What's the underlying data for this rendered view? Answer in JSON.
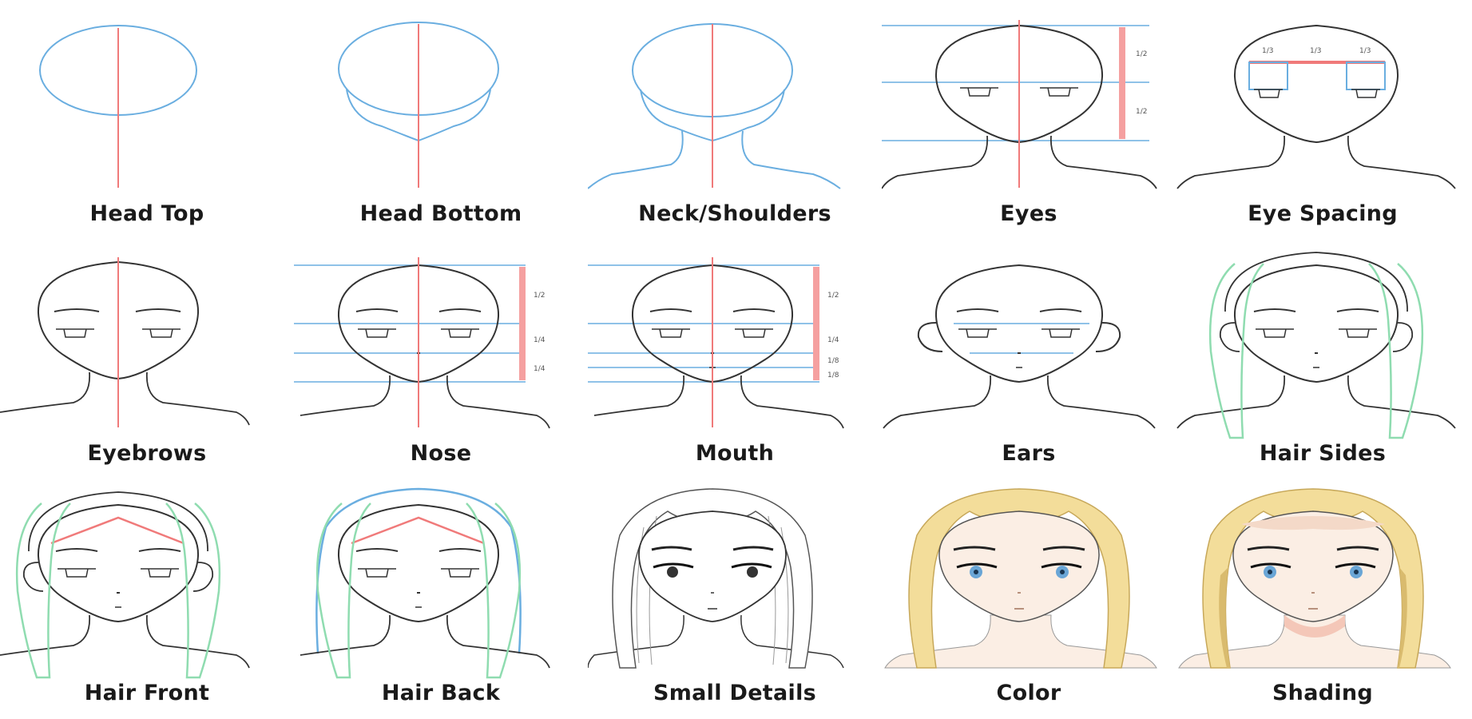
{
  "steps": [
    {
      "caption": "Head Top"
    },
    {
      "caption": "Head Bottom"
    },
    {
      "caption": "Neck/Shoulders"
    },
    {
      "caption": "Eyes"
    },
    {
      "caption": "Eye Spacing"
    },
    {
      "caption": "Eyebrows"
    },
    {
      "caption": "Nose"
    },
    {
      "caption": "Mouth"
    },
    {
      "caption": "Ears"
    },
    {
      "caption": "Hair Sides"
    },
    {
      "caption": "Hair Front"
    },
    {
      "caption": "Hair Back"
    },
    {
      "caption": "Small Details"
    },
    {
      "caption": "Color"
    },
    {
      "caption": "Shading"
    }
  ],
  "fractions": {
    "half": "1/2",
    "third": "1/3",
    "quarter": "1/4",
    "eighth": "1/8"
  },
  "colors": {
    "guide_blue": "#6aaee0",
    "center_red": "#f07a7a",
    "hair_green": "#8fdcb0",
    "outline": "#333333",
    "hair_fill": "#f3dd9a",
    "skin_fill": "#fbeee4",
    "shade_fill": "#f4c7b8",
    "iris": "#6aa6d6"
  }
}
